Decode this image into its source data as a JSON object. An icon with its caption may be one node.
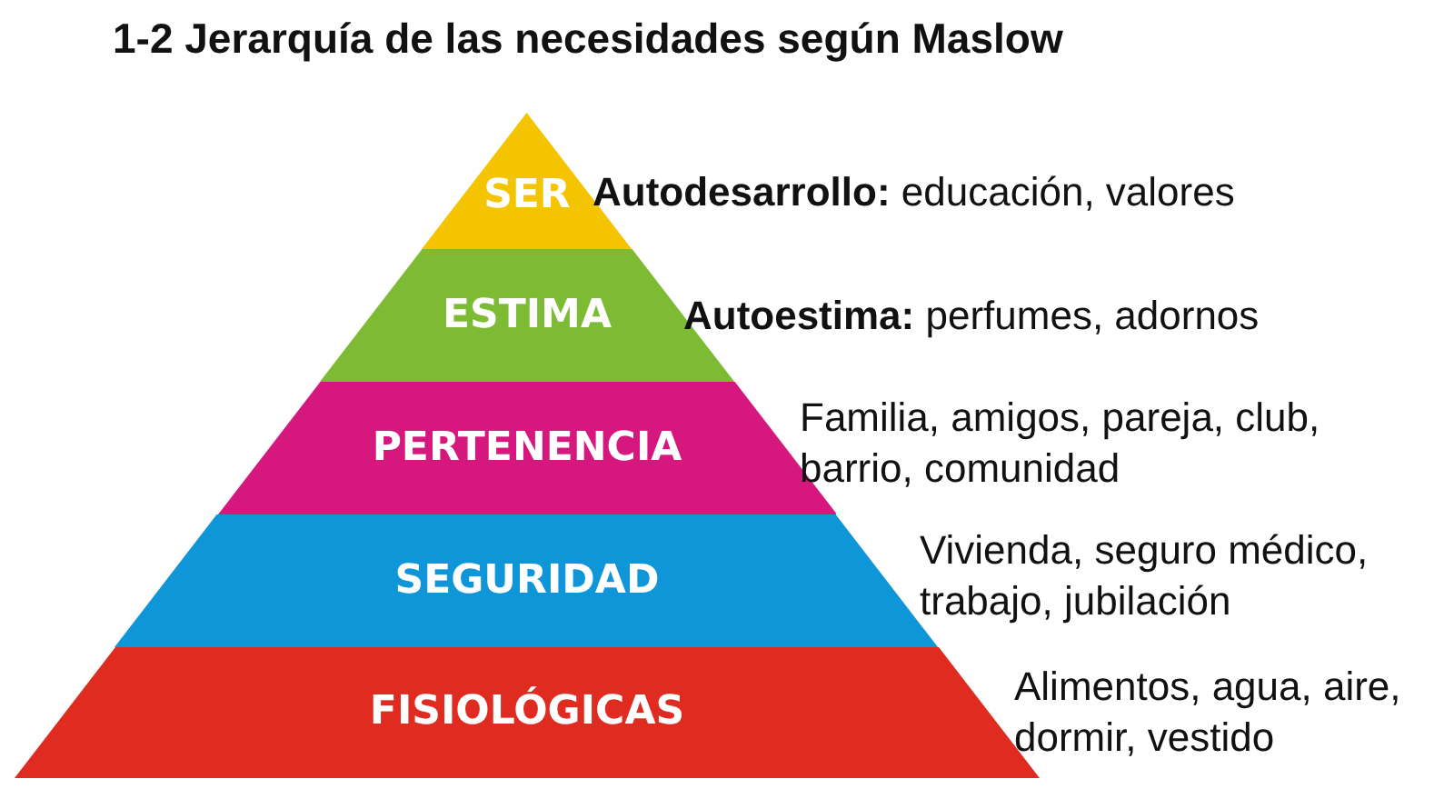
{
  "diagram": {
    "title": "1-2 Jerarquía de las necesidades según Maslow",
    "nodes": [
      {
        "text": [
          "SER"
        ],
        "beside": [
          "**Autodesarrollo:** educación, valores"
        ]
      },
      {
        "text": [
          "ESTIMA"
        ],
        "beside": [
          "**Autoestima:** perfumes, adornos"
        ]
      },
      {
        "text": [
          "PERTENENCIA"
        ],
        "beside": [
          "Familia, amigos, pareja, club, barrio, comunidad"
        ]
      },
      {
        "text": [
          "SEGURIDAD"
        ],
        "beside": [
          "Vivienda, seguro médico, trabajo, jubilación"
        ]
      },
      {
        "text": [
          "FISIOLÓGICAS"
        ],
        "beside": [
          "Alimentos, agua, aire, dormir, vestido"
        ]
      }
    ]
  }
}
